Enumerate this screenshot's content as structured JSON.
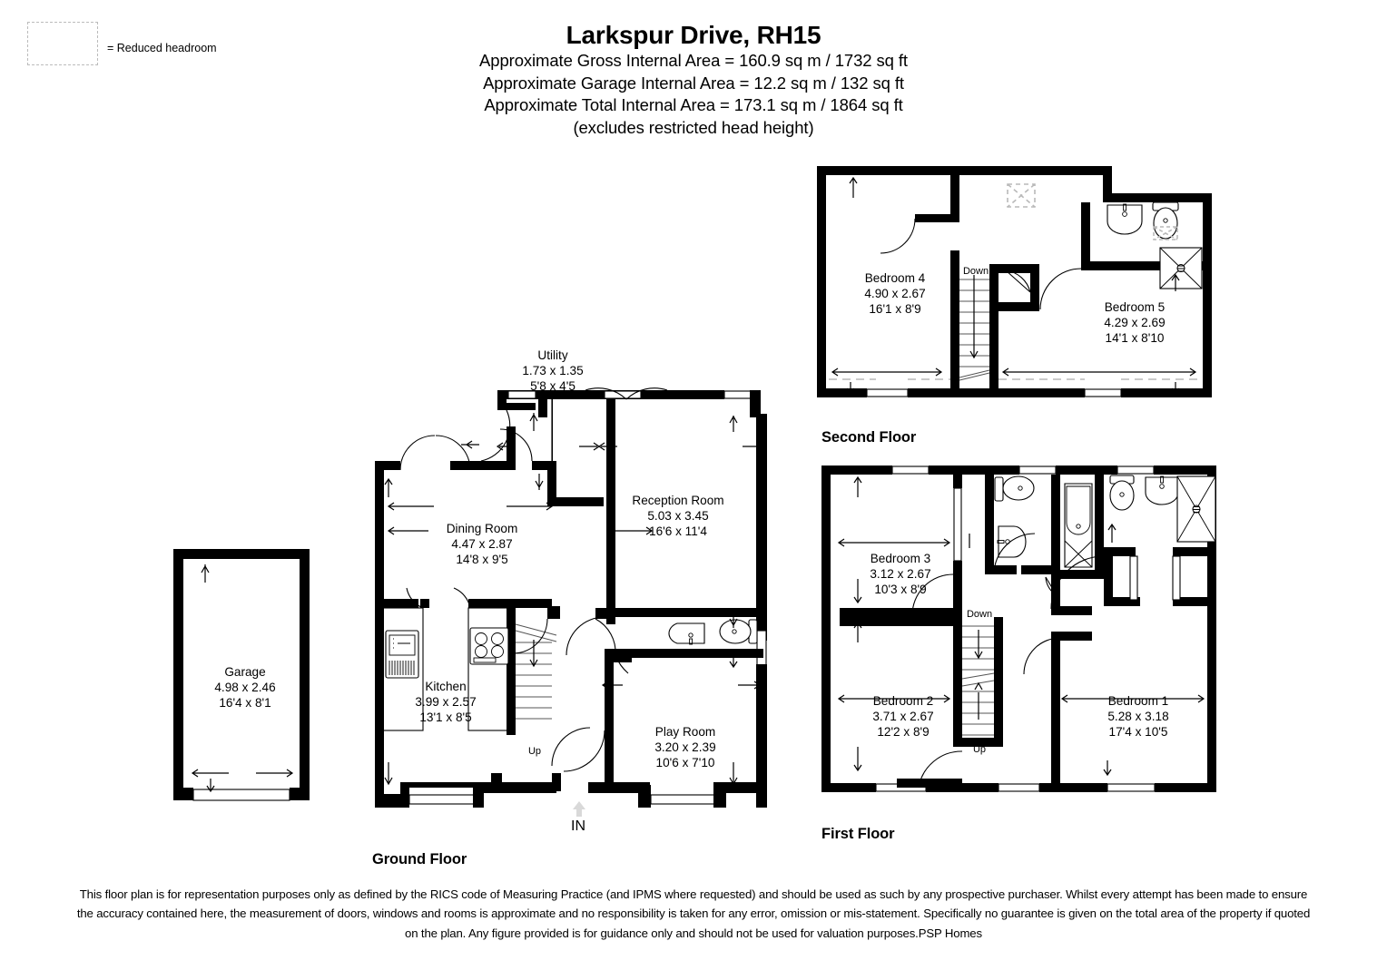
{
  "legend": {
    "symbol_name": "reduced-headroom-swatch",
    "text": "= Reduced headroom"
  },
  "header": {
    "title": "Larkspur Drive, RH15",
    "line1": "Approximate Gross Internal Area = 160.9 sq m / 1732 sq ft",
    "line2": "Approximate Garage Internal Area = 12.2 sq m / 132 sq ft",
    "line3": "Approximate Total Internal Area = 173.1 sq m / 1864 sq ft",
    "line4": "(excludes restricted head height)"
  },
  "floors": {
    "ground": {
      "label": "Ground Floor",
      "entrance_label": "IN",
      "stair_label": "Up",
      "rooms": [
        {
          "name": "Utility",
          "metric": "1.73 x 1.35",
          "imperial": "5'8 x 4'5"
        },
        {
          "name": "Reception Room",
          "metric": "5.03 x 3.45",
          "imperial": "16'6 x 11'4"
        },
        {
          "name": "Dining Room",
          "metric": "4.47 x 2.87",
          "imperial": "14'8 x 9'5"
        },
        {
          "name": "Kitchen",
          "metric": "3.99 x 2.57",
          "imperial": "13'1 x 8'5"
        },
        {
          "name": "Play Room",
          "metric": "3.20 x 2.39",
          "imperial": "10'6 x 7'10"
        }
      ]
    },
    "garage": {
      "label": "Garage",
      "rooms": [
        {
          "name": "Garage",
          "metric": "4.98 x 2.46",
          "imperial": "16'4 x 8'1"
        }
      ]
    },
    "first": {
      "label": "First Floor",
      "stair_down_label": "Down",
      "stair_up_label": "Up",
      "rooms": [
        {
          "name": "Bedroom 3",
          "metric": "3.12 x 2.67",
          "imperial": "10'3 x 8'9"
        },
        {
          "name": "Bedroom 2",
          "metric": "3.71 x 2.67",
          "imperial": "12'2 x 8'9"
        },
        {
          "name": "Bedroom 1",
          "metric": "5.28 x 3.18",
          "imperial": "17'4 x 10'5"
        }
      ]
    },
    "second": {
      "label": "Second Floor",
      "stair_down_label": "Down",
      "rooms": [
        {
          "name": "Bedroom 4",
          "metric": "4.90 x 2.67",
          "imperial": "16'1 x 8'9"
        },
        {
          "name": "Bedroom 5",
          "metric": "4.29 x 2.69",
          "imperial": "14'1 x 8'10"
        }
      ]
    }
  },
  "disclaimer": "This floor plan is for representation purposes only as defined by the RICS code of Measuring Practice (and IPMS where requested) and should be used as such by any prospective purchaser. Whilst every attempt has been made to ensure the accuracy contained here, the measurement of doors, windows and rooms is approximate and no responsibility is taken for any error, omission or mis-statement. Specifically no guarantee is given on the total area of the property if quoted on the plan. Any figure provided is for guidance only and should not be used for valuation purposes.PSP Homes",
  "colors": {
    "wall": "#000000",
    "background": "#ffffff",
    "reduced_headroom_dash": "#b9b9b9",
    "stair_line": "#555555"
  }
}
